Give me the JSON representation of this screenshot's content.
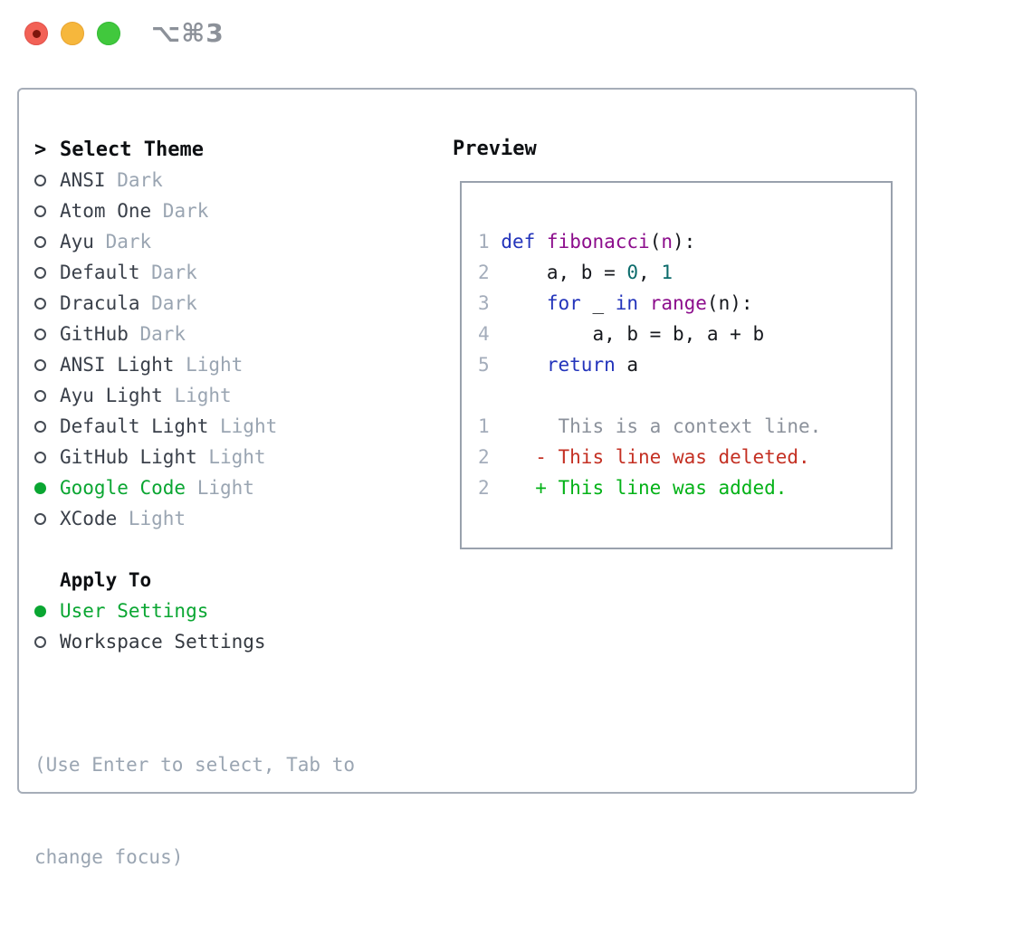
{
  "titlebar": {
    "shortcut": "⌥⌘3"
  },
  "theme_panel": {
    "prompt": ">",
    "header": "Select Theme",
    "themes": [
      {
        "name": "ANSI",
        "variant": "Dark",
        "selected": false
      },
      {
        "name": "Atom One",
        "variant": "Dark",
        "selected": false
      },
      {
        "name": "Ayu",
        "variant": "Dark",
        "selected": false
      },
      {
        "name": "Default",
        "variant": "Dark",
        "selected": false
      },
      {
        "name": "Dracula",
        "variant": "Dark",
        "selected": false
      },
      {
        "name": "GitHub",
        "variant": "Dark",
        "selected": false
      },
      {
        "name": "ANSI Light",
        "variant": "Light",
        "selected": false
      },
      {
        "name": "Ayu Light",
        "variant": "Light",
        "selected": false
      },
      {
        "name": "Default Light",
        "variant": "Light",
        "selected": false
      },
      {
        "name": "GitHub Light",
        "variant": "Light",
        "selected": false
      },
      {
        "name": "Google Code",
        "variant": "Light",
        "selected": true
      },
      {
        "name": "XCode",
        "variant": "Light",
        "selected": false
      }
    ],
    "apply_header": "Apply To",
    "apply_options": [
      {
        "label": "User Settings",
        "selected": true
      },
      {
        "label": "Workspace Settings",
        "selected": false
      }
    ],
    "help": [
      "(Use Enter to select, Tab to",
      "change focus)"
    ]
  },
  "preview": {
    "header": "Preview",
    "code_lines": [
      {
        "num": "1",
        "tokens": [
          {
            "text": " ",
            "style": "plain"
          },
          {
            "text": "def",
            "style": "keyword"
          },
          {
            "text": " ",
            "style": "plain"
          },
          {
            "text": "fibonacci",
            "style": "function"
          },
          {
            "text": "(",
            "style": "plain"
          },
          {
            "text": "n",
            "style": "function"
          },
          {
            "text": "):",
            "style": "plain"
          }
        ]
      },
      {
        "num": "2",
        "tokens": [
          {
            "text": "     a, b = ",
            "style": "plain"
          },
          {
            "text": "0",
            "style": "number"
          },
          {
            "text": ", ",
            "style": "plain"
          },
          {
            "text": "1",
            "style": "number"
          }
        ]
      },
      {
        "num": "3",
        "tokens": [
          {
            "text": "     ",
            "style": "plain"
          },
          {
            "text": "for",
            "style": "keyword"
          },
          {
            "text": " _ ",
            "style": "plain"
          },
          {
            "text": "in",
            "style": "keyword"
          },
          {
            "text": " ",
            "style": "plain"
          },
          {
            "text": "range",
            "style": "function"
          },
          {
            "text": "(n):",
            "style": "plain"
          }
        ]
      },
      {
        "num": "4",
        "tokens": [
          {
            "text": "         a, b = b, a + b",
            "style": "plain"
          }
        ]
      },
      {
        "num": "5",
        "tokens": [
          {
            "text": "     ",
            "style": "plain"
          },
          {
            "text": "return",
            "style": "keyword"
          },
          {
            "text": " a",
            "style": "plain"
          }
        ]
      }
    ],
    "diff_lines": [
      {
        "num": "1",
        "tokens": [
          {
            "text": "      This is a context line.",
            "style": "context"
          }
        ]
      },
      {
        "num": "2",
        "tokens": [
          {
            "text": "    ",
            "style": "plain"
          },
          {
            "text": "- This line was deleted.",
            "style": "deleted"
          }
        ]
      },
      {
        "num": "2",
        "tokens": [
          {
            "text": "    ",
            "style": "plain"
          },
          {
            "text": "+ This line was added.",
            "style": "added"
          }
        ]
      }
    ]
  },
  "colors": {
    "selection_green": "#0aa632",
    "added_green": "#03b217",
    "deleted_red": "#c43023",
    "keyword_blue": "#2334bb",
    "function_purple": "#8c0d8c",
    "number_teal": "#0b6b6b",
    "muted_gray": "#9aa5b2",
    "line_number_gray": "#a4adbb",
    "border_gray": "#a6adb8",
    "traffic_red": "#f26156",
    "traffic_yellow": "#f6b73c",
    "traffic_green": "#41c83d"
  }
}
